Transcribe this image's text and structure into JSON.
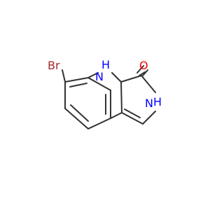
{
  "molecule": {
    "atoms": {
      "bromine": {
        "text": "Br",
        "color": "#a52a2a"
      },
      "indole_nh": {
        "text": "N",
        "h": "H",
        "color": "#0000ff"
      },
      "lactam_nh": {
        "text": "N",
        "h": "H",
        "color": "#0000ff"
      },
      "carbonyl_o": {
        "text": "O",
        "color": "#ff0000"
      }
    },
    "bond_color": "#333333",
    "background": "#ffffff"
  }
}
